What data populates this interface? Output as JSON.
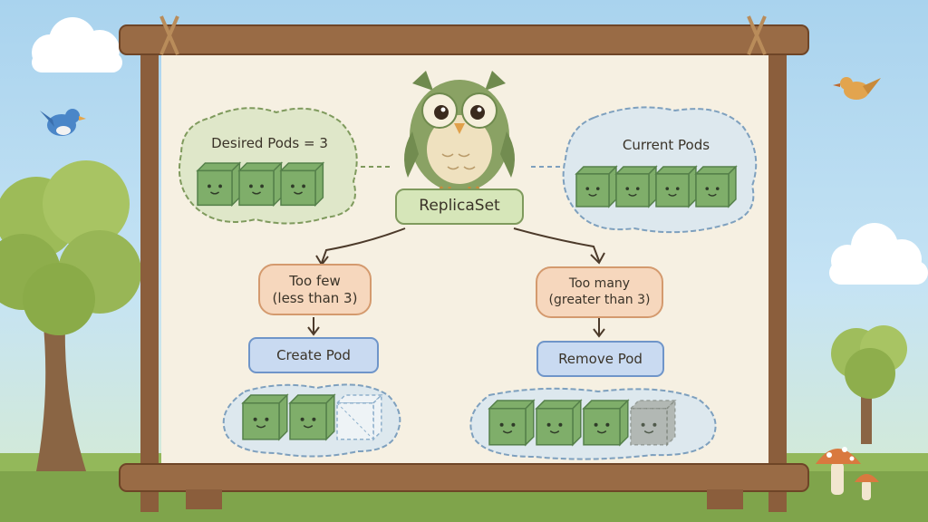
{
  "diagram": {
    "desired": {
      "label": "Desired Pods = 3",
      "pod_count": 3
    },
    "current": {
      "label": "Current Pods",
      "pod_count": 4
    },
    "controller": {
      "label": "ReplicaSet"
    },
    "left_branch": {
      "condition": "Too few\n(less than 3)",
      "action": "Create Pod",
      "result": {
        "existing_pods": 2,
        "new_pods": 1
      }
    },
    "right_branch": {
      "condition": "Too many\n(greater than 3)",
      "action": "Remove Pod",
      "result": {
        "kept_pods": 3,
        "removed_pods": 1
      }
    }
  },
  "colors": {
    "green_fill": "#dfe7c9",
    "green_stroke": "#7f9a5d",
    "blue_fill": "#dde8ee",
    "blue_stroke": "#7ea0be",
    "orange_fill": "#f6d7bd",
    "orange_stroke": "#d49a6e",
    "action_fill": "#c9daf1",
    "action_stroke": "#6f95c9",
    "pod_green": "#7fae6a",
    "pod_ghost": "#a4a9a1",
    "board": "#f6f0e2",
    "wood": "#8b5e3c"
  },
  "icons": [
    "owl-mascot",
    "pod-cube-icon",
    "bird-icon",
    "tree-icon",
    "mushroom-icon",
    "cloud-icon"
  ]
}
